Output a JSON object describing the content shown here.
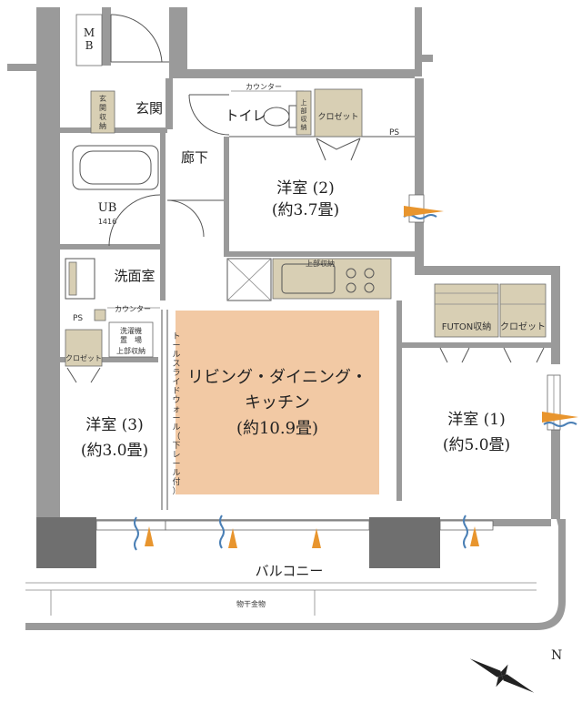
{
  "rooms": {
    "ldk": {
      "name": "リビング・ダイニング・",
      "name2": "キッチン",
      "size": "(約10.9畳)",
      "color": "#f2c9a4"
    },
    "western1": {
      "name": "洋室 (1)",
      "size": "(約5.0畳)"
    },
    "western2": {
      "name": "洋室 (2)",
      "size": "(約3.7畳)"
    },
    "western3": {
      "name": "洋室 (3)",
      "size": "(約3.0畳)"
    },
    "entrance": "玄関",
    "toilet": "トイレ",
    "hallway": "廊下",
    "washroom": "洗面室",
    "ub": "UB",
    "ub_size": "1416",
    "balcony": "バルコニー"
  },
  "labels": {
    "mb_m": "M",
    "mb_b": "B",
    "shoe_storage": [
      "玄",
      "関",
      "収",
      "納"
    ],
    "counter_top": "カウンター",
    "upper_storage_toilet": [
      "上",
      "部",
      "収",
      "納"
    ],
    "closet_2": "クロゼット",
    "ps_top": "PS",
    "upper_storage_kitchen": "上部収納",
    "futon_storage": "FUTON収納",
    "closet_1": "クロゼット",
    "ps_left": "PS",
    "counter_wash": "カウンター",
    "washer_space": [
      "洗濯機",
      "置　場"
    ],
    "upper_storage_wash": "上部収納",
    "closet_3": "クロゼット",
    "sliding_wall": [
      "ト",
      "ー",
      "ル",
      "ス",
      "ラ",
      "イ",
      "ド",
      "ウ",
      "ォ",
      "ー",
      "ル",
      "（",
      "下",
      "レ",
      "ー",
      "ル",
      "付",
      "）"
    ],
    "laundry_hardware": "物干金物",
    "north": "N"
  },
  "colors": {
    "wall": "#9a9a9a",
    "storage": "#d8cfb4",
    "airflow_orange": "#e8952e",
    "airflow_blue": "#4a7fb5"
  }
}
